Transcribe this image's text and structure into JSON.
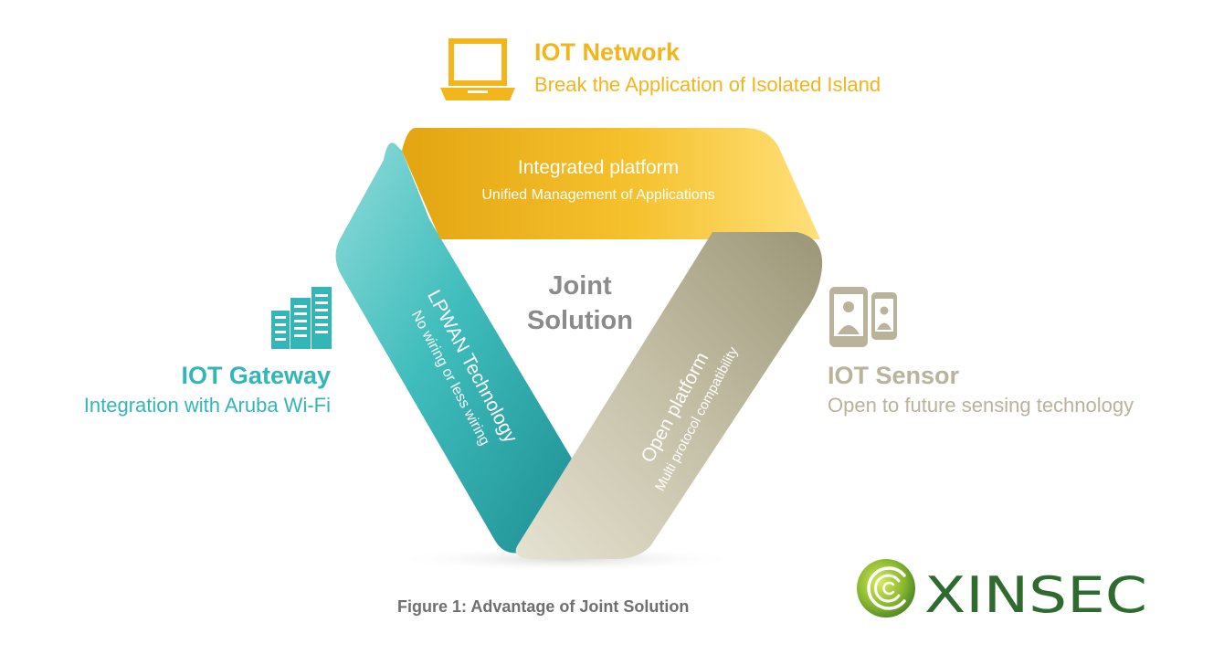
{
  "network": {
    "title": "IOT Network",
    "subtitle": "Break the Application of Isolated Island"
  },
  "gateway": {
    "title": "IOT Gateway",
    "subtitle": "Integration with Aruba Wi-Fi"
  },
  "sensor": {
    "title": "IOT Sensor",
    "subtitle": "Open to future sensing technology"
  },
  "bands": {
    "top": {
      "title": "Integrated platform",
      "subtitle": "Unified Management of Applications"
    },
    "left": {
      "title": "LPWAN Technology",
      "subtitle": "No wiring or less wiring"
    },
    "right": {
      "title": "Open platform",
      "subtitle": "Multi protocol compatibility"
    }
  },
  "center": "Joint Solution",
  "caption": "Figure 1: Advantage of Joint Solution",
  "logo": {
    "text": "XINSEC"
  },
  "icons": {
    "network": "laptop-icon",
    "gateway": "building-icon",
    "sensor": "mobile-devices-icon"
  },
  "colors": {
    "yellow": "#f2b51c",
    "teal": "#33b6b8",
    "taupe": "#b8b39a",
    "logo_green": "#2f6b2e"
  }
}
